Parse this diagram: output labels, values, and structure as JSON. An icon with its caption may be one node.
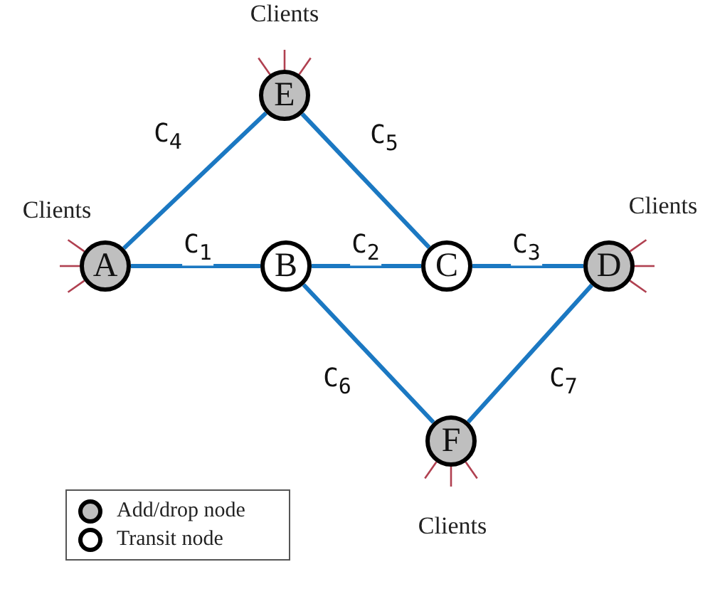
{
  "diagram": {
    "nodes": [
      {
        "text": [
          "A"
        ],
        "beside": [
          "Clients"
        ]
      },
      {
        "text": [
          "B"
        ]
      },
      {
        "text": [
          "C"
        ]
      },
      {
        "text": [
          "D"
        ],
        "beside": [
          "Clients"
        ]
      },
      {
        "text": [
          "E"
        ],
        "beside": [
          "Clients"
        ]
      },
      {
        "text": [
          "F"
        ],
        "beside": [
          "Clients"
        ]
      }
    ],
    "edges": [
      {
        "from": 0,
        "to": 1,
        "arrow": "none",
        "label": "C$_{1}$"
      },
      {
        "from": 1,
        "to": 2,
        "arrow": "none",
        "label": "C$_{2}$"
      },
      {
        "from": 2,
        "to": 3,
        "arrow": "none",
        "label": "C$_{3}$"
      },
      {
        "from": 0,
        "to": 4,
        "arrow": "none",
        "label": "C$_{4}$"
      },
      {
        "from": 4,
        "to": 2,
        "arrow": "none",
        "label": "C$_{5}$"
      },
      {
        "from": 1,
        "to": 5,
        "arrow": "none",
        "label": "C$_{6}$"
      },
      {
        "from": 3,
        "to": 5,
        "arrow": "none",
        "label": "C$_{7}$"
      }
    ],
    "legend": [
      {
        "text": "Add/drop node",
        "color": "#bfbfbf"
      },
      {
        "text": "Transit node",
        "color": "#ffffff"
      }
    ]
  }
}
